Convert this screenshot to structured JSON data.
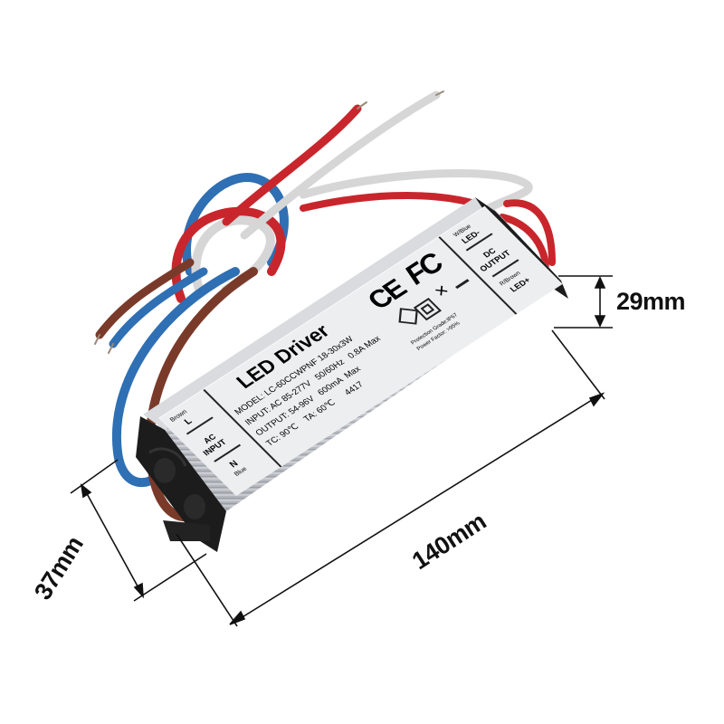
{
  "product": {
    "title": "LED Driver",
    "model": "MODEL: LC-60CCWPNF 18-30x3W",
    "input": "INPUT: AC 85-277V   50/60Hz   0.8A Max",
    "output": "OUTPUT: 54-96V   600mA  Max",
    "temps": "TC: 90℃    TA: 60℃      4417",
    "protection": "Protection Grade:IP67",
    "power_factor": "Power Factor: >95%",
    "certifications": [
      "CE",
      "FC"
    ],
    "icons": [
      "ce-mark-icon",
      "fcc-mark-icon",
      "weee-bin-icon",
      "class-ii-icon",
      "safety-house-icon"
    ]
  },
  "input_panel": {
    "top_wire": "Brown",
    "top_letter": "L",
    "heading_line1": "AC",
    "heading_line2": "INPUT",
    "bottom_letter": "N",
    "bottom_wire": "Blue"
  },
  "output_panel": {
    "top_wire": "W/Blue",
    "top_label": "LED-",
    "heading_line1": "DC",
    "heading_line2": "OUTPUT",
    "bottom_wire": "R/Brown",
    "bottom_label": "LED+"
  },
  "dimensions": {
    "height": "29mm",
    "width": "37mm",
    "length": "140mm"
  },
  "colors": {
    "wire_red": "#c8262c",
    "wire_white": "#d8d8d8",
    "wire_blue": "#2f6fb3",
    "wire_brown": "#7a3a2a",
    "housing": "#c9ccd2",
    "endcap": "#1c1c1c"
  }
}
